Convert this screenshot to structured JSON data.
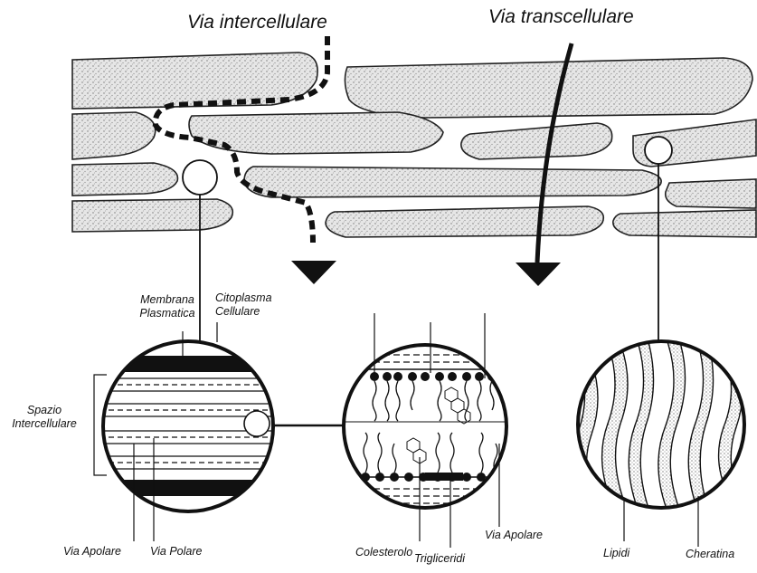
{
  "labels": {
    "route_intercellular": "Via intercellulare",
    "route_transcellular": "Via transcellulare",
    "plasma_membrane_line1": "Membrana",
    "plasma_membrane_line2": "Plasmatica",
    "cell_cytoplasm_line1": "Citoplasma",
    "cell_cytoplasm_line2": "Cellulare",
    "intercellular_space_line1": "Spazio",
    "intercellular_space_line2": "Intercellulare",
    "apolar_route_left": "Via Apolare",
    "polar_route": "Via Polare",
    "cholesterol": "Colesterolo",
    "triglycerides": "Trigliceridi",
    "apolar_route_center": "Via Apolare",
    "lipids": "Lipidi",
    "keratin": "Cheratina"
  }
}
